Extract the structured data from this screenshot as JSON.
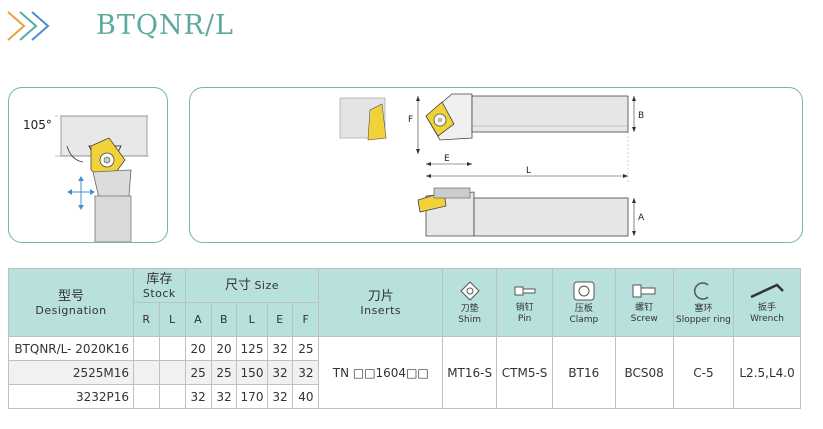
{
  "header": {
    "title": "BTQNR/L"
  },
  "diagram": {
    "angle_label": "105°",
    "dim_labels": {
      "F": "F",
      "B": "B",
      "E": "E",
      "L": "L",
      "A": "A"
    }
  },
  "table": {
    "headers": {
      "designation_cn": "型号",
      "designation_en": "Designation",
      "stock_cn": "库存",
      "stock_en": "Stock",
      "size_cn": "尺寸",
      "size_en": "Size",
      "inserts_cn": "刀片",
      "inserts_en": "Inserts",
      "stock_cols": [
        "R",
        "L"
      ],
      "size_cols": [
        "A",
        "B",
        "L",
        "E",
        "F"
      ],
      "accessories": [
        {
          "cn": "刀垫",
          "en": "Shim",
          "icon": "shim-icon"
        },
        {
          "cn": "销钉",
          "en": "Pin",
          "icon": "pin-icon"
        },
        {
          "cn": "压板",
          "en": "Clamp",
          "icon": "clamp-icon"
        },
        {
          "cn": "螺钉",
          "en": "Screw",
          "icon": "screw-icon"
        },
        {
          "cn": "塞环",
          "en": "Slopper ring",
          "icon": "ring-icon"
        },
        {
          "cn": "扳手",
          "en": "Wrench",
          "icon": "wrench-icon"
        }
      ]
    },
    "rows": [
      {
        "designation": "BTQNR/L- 2020K16",
        "R": "",
        "L": "",
        "A": "20",
        "B": "20",
        "Lsize": "125",
        "E": "32",
        "F": "25"
      },
      {
        "designation": "2525M16",
        "R": "",
        "L": "",
        "A": "25",
        "B": "25",
        "Lsize": "150",
        "E": "32",
        "F": "32"
      },
      {
        "designation": "3232P16",
        "R": "",
        "L": "",
        "A": "32",
        "B": "32",
        "Lsize": "170",
        "E": "32",
        "F": "40"
      }
    ],
    "shared": {
      "insert": "TN □□1604□□",
      "shim": "MT16-S",
      "pin": "CTM5-S",
      "clamp": "BT16",
      "screw": "BCS08",
      "ring": "C-5",
      "wrench": "L2.5,L4.0"
    }
  },
  "colors": {
    "accent": "#5ba9a0",
    "header_bg": "#b8e0dc",
    "border": "#6cb8ae"
  }
}
